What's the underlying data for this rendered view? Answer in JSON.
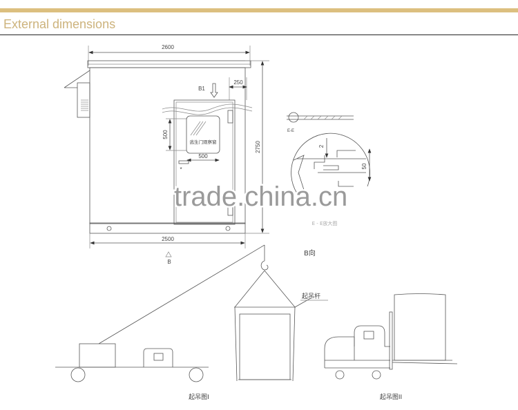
{
  "header": {
    "title": "External dimensions",
    "accent_color": "#dcbf7f"
  },
  "elevation": {
    "width_top": "2600",
    "width_bottom": "2500",
    "height": "2750",
    "offset_right": "250",
    "window_height": "500",
    "window_width": "500",
    "window_label": "逃生门观察窗",
    "view_arrow_label": "B1",
    "view_marker": "B",
    "star_mark": "*"
  },
  "view_label": "B向",
  "detail": {
    "section_label": "E-E",
    "gap_dim": "2",
    "depth_dim": "50",
    "caption": "E - E放大图"
  },
  "lifting": {
    "bar_label": "起吊杆",
    "figure1_caption": "起吊图I",
    "figure2_caption": "起吊图II"
  },
  "watermark": "trade.china.cn"
}
